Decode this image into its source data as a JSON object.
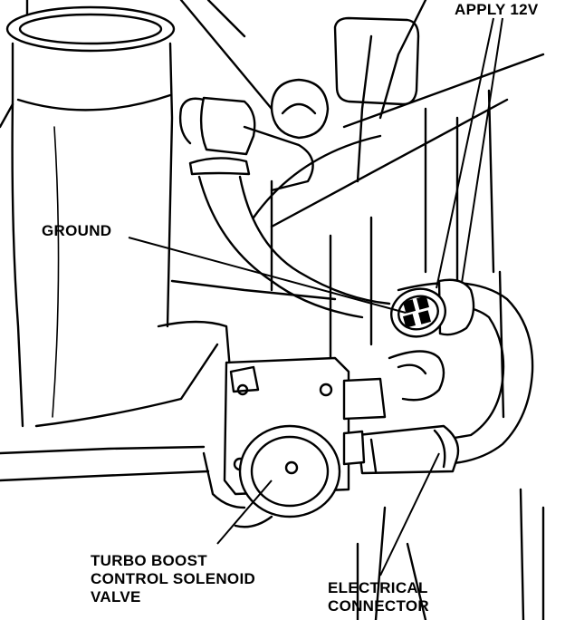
{
  "labels": {
    "apply_12v": "APPLY 12V",
    "ground": "GROUND",
    "solenoid_line1": "TURBO BOOST",
    "solenoid_line2": "CONTROL SOLENOID",
    "solenoid_line3": "VALVE",
    "connector_line1": "ELECTRICAL",
    "connector_line2": "CONNECTOR"
  },
  "colors": {
    "ink": "#000000",
    "paper": "#ffffff"
  }
}
